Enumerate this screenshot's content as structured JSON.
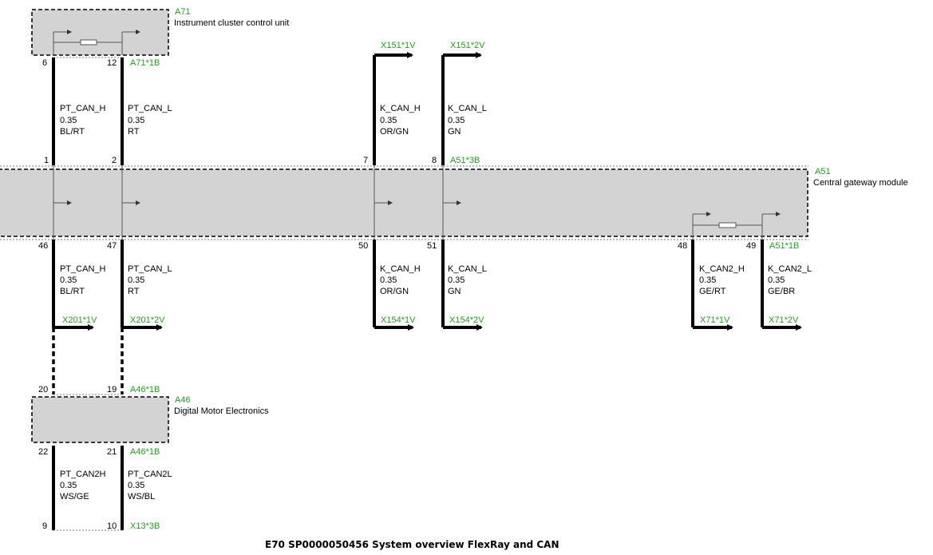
{
  "title": "E70 SP0000050456 System overview FlexRay and CAN",
  "colors": {
    "connector_label": "#22a01c",
    "component_fill": "#d3d3d3",
    "wire": "#000000"
  },
  "components": {
    "a71": {
      "id": "A71",
      "name": "Instrument cluster control unit",
      "connector": "A71*1B"
    },
    "a51": {
      "id": "A51",
      "name": "Central gateway module",
      "connector_top": "A51*3B",
      "connector_bottom": "A51*1B"
    },
    "a46": {
      "id": "A46",
      "name": "Digital Motor Electronics",
      "connector_top": "A46*1B",
      "connector_bottom": "A46*1B"
    },
    "x13": {
      "connector": "X13*3B"
    }
  },
  "pins": {
    "a71_6": "6",
    "a71_12": "12",
    "a51_1": "1",
    "a51_2": "2",
    "a51_7": "7",
    "a51_8": "8",
    "a51_46": "46",
    "a51_47": "47",
    "a51_50": "50",
    "a51_51": "51",
    "a51_48": "48",
    "a51_49": "49",
    "a46_20": "20",
    "a46_19": "19",
    "a46_22": "22",
    "a46_21": "21",
    "x13_9": "9",
    "x13_10": "10"
  },
  "wires": {
    "w1": {
      "signal": "PT_CAN_H",
      "size": "0.35",
      "color": "BL/RT"
    },
    "w2": {
      "signal": "PT_CAN_L",
      "size": "0.35",
      "color": "RT"
    },
    "w3": {
      "signal": "K_CAN_H",
      "size": "0.35",
      "color": "OR/GN"
    },
    "w4": {
      "signal": "K_CAN_L",
      "size": "0.35",
      "color": "GN"
    },
    "w5": {
      "signal": "PT_CAN_H",
      "size": "0.35",
      "color": "BL/RT"
    },
    "w6": {
      "signal": "PT_CAN_L",
      "size": "0.35",
      "color": "RT"
    },
    "w7": {
      "signal": "K_CAN_H",
      "size": "0.35",
      "color": "OR/GN"
    },
    "w8": {
      "signal": "K_CAN_L",
      "size": "0.35",
      "color": "GN"
    },
    "w9": {
      "signal": "K_CAN2_H",
      "size": "0.35",
      "color": "GE/RT"
    },
    "w10": {
      "signal": "K_CAN2_L",
      "size": "0.35",
      "color": "GE/BR"
    },
    "w11": {
      "signal": "PT_CAN2H",
      "size": "0.35",
      "color": "WS/GE"
    },
    "w12": {
      "signal": "PT_CAN2L",
      "size": "0.35",
      "color": "WS/BL"
    }
  },
  "references": {
    "x151_1v": "X151*1V",
    "x151_2v": "X151*2V",
    "x201_1v": "X201*1V",
    "x201_2v": "X201*2V",
    "x154_1v": "X154*1V",
    "x154_2v": "X154*2V",
    "x71_1v": "X71*1V",
    "x71_2v": "X71*2V"
  }
}
